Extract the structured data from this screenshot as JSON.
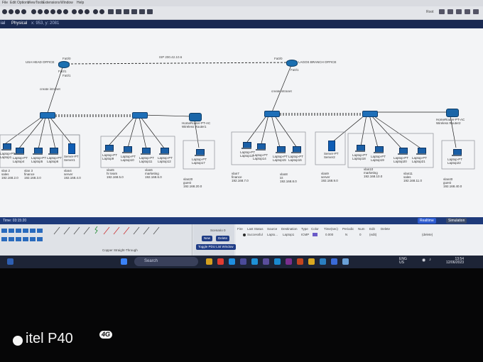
{
  "window": {
    "menu": [
      "File",
      "Edit",
      "Options",
      "View",
      "Tools",
      "Extensions",
      "Window",
      "Help"
    ],
    "top_right_tab": "Root"
  },
  "tabs": {
    "logical": "ial",
    "physical": "Physical",
    "coords": "x: 953, y: 2081"
  },
  "network": {
    "hq": {
      "name": "USA HEAD OFFICE",
      "port_top": "Fa0/0",
      "port_left": "Fa0/1",
      "port_down": "Fa0/1"
    },
    "branch": {
      "name": "LAGOS BRANCH OFFICE",
      "port_top": "Fa0/0",
      "port_down": "Fa0/1"
    },
    "isp_link": "ISP 200.42.10.6",
    "hq_note": "create intranet",
    "branch_note": "create intranet",
    "hq_devices": [
      {
        "label": "Laptop-PT\nLaptop1"
      },
      {
        "label": "Laptop-PT\nLaptop4"
      },
      {
        "label": "Laptop-PT\nLaptop5"
      },
      {
        "label": "Laptop-PT\nLaptop6"
      },
      {
        "label": "Server-PT\nServer1"
      },
      {
        "label": "Laptop-PT\nLaptop9"
      },
      {
        "label": "Laptop-PT\nLaptop10"
      },
      {
        "label": "Laptop-PT\nLaptop11"
      },
      {
        "label": "Laptop-PT\nLaptop12"
      },
      {
        "label": "Laptop-PT\nLaptop17"
      }
    ],
    "branch_devices": [
      {
        "label": "Laptop-PT\nLaptop13"
      },
      {
        "label": "Laptop-PT\nLaptop14"
      },
      {
        "label": "Laptop-PT\nLaptop15"
      },
      {
        "label": "Laptop-PT\nLaptop16"
      },
      {
        "label": "Server-PT\nServer2"
      },
      {
        "label": "Laptop-PT\nLaptop18"
      },
      {
        "label": "Laptop-PT\nLaptop19"
      },
      {
        "label": "Laptop-PT\nLaptop20"
      },
      {
        "label": "Laptop-PT\nLaptop21"
      },
      {
        "label": "Laptop-PT\nLaptop22"
      }
    ],
    "hq_wifi": "HomeRouter-PT-AC\nWireless Router1",
    "branch_wifi": "HomeRouter-PT-AC\nWireless Router2",
    "hq_vlans": [
      {
        "text": "vlan 2\nsales\n192.168.2.0"
      },
      {
        "text": "vlan 3\nfinance\n192.168.3.0"
      },
      {
        "text": "vlan4\nserver\n192.168.4.0"
      },
      {
        "text": "vlan5\nhr team\n192.168.5.0"
      },
      {
        "text": "vlan6\nmarketing\n192.168.6.0"
      },
      {
        "text": "vlan20\nguest\n192.168.20.0"
      }
    ],
    "branch_vlans": [
      {
        "text": "vlan7\nfinance\n192.168.7.0"
      },
      {
        "text": "vlan8\nict\n192.168.8.0"
      },
      {
        "text": "vlan9\nserver\n192.168.9.0"
      },
      {
        "text": "vlan10\nmarketing\n192.168.10.0"
      },
      {
        "text": "vlan11\nsales\n192.168.11.0"
      },
      {
        "text": "vlan40\nguest\n192.168.40.0"
      }
    ]
  },
  "status": {
    "time": "Time: 03:15:20",
    "realtime": "Realtime",
    "simulation": "Simulation"
  },
  "scenario": {
    "name": "Scenario 0",
    "new": "New",
    "delete": "Delete",
    "toggle": "Toggle PDU List Window"
  },
  "pdu_table": {
    "headers": [
      "Fire",
      "Last Status",
      "Source",
      "Destination",
      "Type",
      "Color",
      "Time(sec)",
      "Periodic",
      "Num",
      "Edit",
      "Delete"
    ],
    "row": [
      "",
      "Successful",
      "Lapto...",
      "Laptop1",
      "ICMP",
      "",
      "0.000",
      "N",
      "0",
      "(edit)",
      "(delete)"
    ]
  },
  "device_strip_caption": "Copper Straight-Through",
  "taskbar": {
    "search": "Search",
    "lang": "ENG\nUS",
    "clock": "13:54\n12/06/2023"
  },
  "watermark": {
    "brand": "itel P40",
    "badge": "4G"
  }
}
